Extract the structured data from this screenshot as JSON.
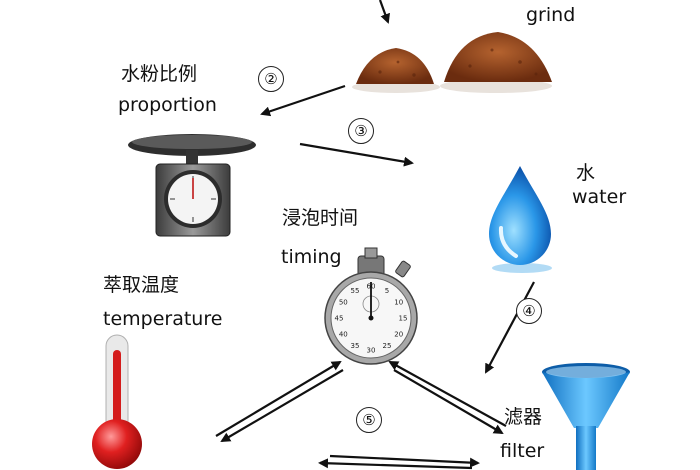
{
  "labels": {
    "grind": "grind",
    "proportion_cn": "水粉比例",
    "proportion_en": "proportion",
    "water_cn": "水",
    "water_en": "water",
    "timing_cn": "浸泡时间",
    "timing_en": "timing",
    "temperature_cn": "萃取温度",
    "temperature_en": "temperature",
    "filter_cn": "滤器",
    "filter_en": "filter"
  },
  "steps": [
    "②",
    "③",
    "④",
    "⑤"
  ],
  "stopwatch_numbers": [
    "60",
    "5",
    "10",
    "15",
    "20",
    "25",
    "30",
    "35",
    "40",
    "45",
    "50",
    "55"
  ],
  "icons": [
    "coffee-grounds-icon",
    "scale-icon",
    "water-drop-icon",
    "stopwatch-icon",
    "thermometer-icon",
    "funnel-icon"
  ],
  "colors": {
    "grounds": "#8a3e1a",
    "water": "#1f8fe0",
    "thermometer": "#d61f1f",
    "funnel": "#2a9ee6"
  }
}
